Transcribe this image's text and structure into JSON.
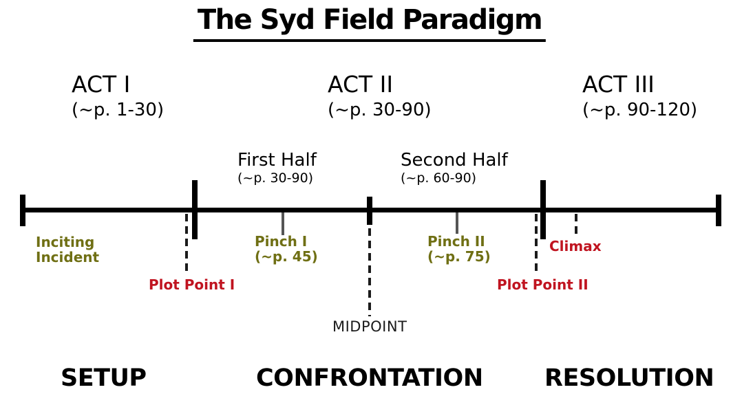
{
  "title": "The Syd Field Paradigm",
  "acts": [
    {
      "name": "ACT I",
      "pages": "(~p. 1-30)"
    },
    {
      "name": "ACT II",
      "pages": "(~p. 30-90)"
    },
    {
      "name": "ACT III",
      "pages": "(~p. 90-120)"
    }
  ],
  "halves": [
    {
      "name": "First Half",
      "pages": "(~p. 30-90)"
    },
    {
      "name": "Second Half",
      "pages": "(~p. 60-90)"
    }
  ],
  "events": {
    "inciting_incident": {
      "line1": "Inciting",
      "line2": "Incident"
    },
    "plot_point_1": {
      "label": "Plot Point I"
    },
    "pinch_1": {
      "line1": "Pinch I",
      "line2": "(~p. 45)"
    },
    "midpoint": {
      "label": "MIDPOINT"
    },
    "pinch_2": {
      "line1": "Pinch II",
      "line2": "(~p. 75)"
    },
    "plot_point_2": {
      "label": "Plot Point II"
    },
    "climax": {
      "label": "Climax"
    }
  },
  "sections": [
    {
      "label": "SETUP"
    },
    {
      "label": "CONFRONTATION"
    },
    {
      "label": "RESOLUTION"
    }
  ],
  "colors": {
    "event_olive": "#6f6f14",
    "event_red": "#c01420",
    "timeline_black": "#000000",
    "stub_gray": "#555555"
  }
}
